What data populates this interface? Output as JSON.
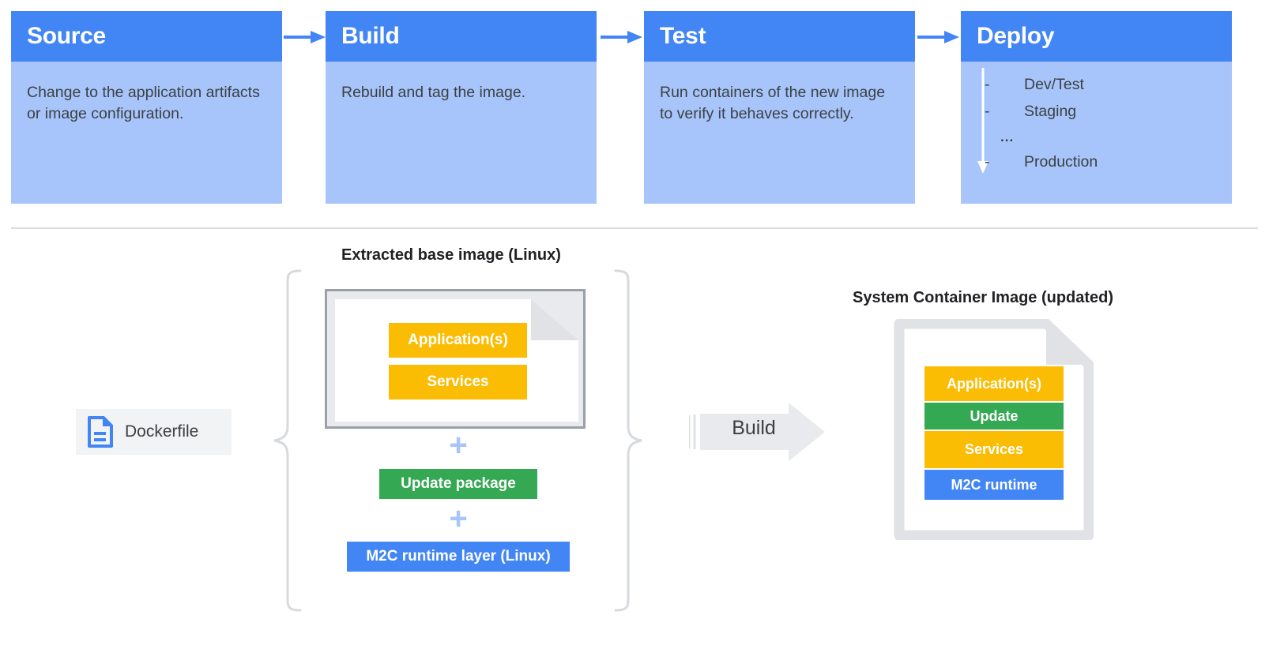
{
  "pipeline": {
    "stages": [
      {
        "title": "Source",
        "description": "Change to the application artifacts or image configuration.",
        "type": "text"
      },
      {
        "title": "Build",
        "description": "Rebuild and tag the image.",
        "type": "text"
      },
      {
        "title": "Test",
        "description": "Run containers of the new image to verify it behaves correctly.",
        "type": "text"
      },
      {
        "title": "Deploy",
        "description": "",
        "type": "list"
      }
    ],
    "deploy_items": [
      {
        "dash": "-",
        "label": "Dev/Test"
      },
      {
        "dash": "-",
        "label": "Staging"
      },
      {
        "dash": "",
        "label": "..."
      },
      {
        "dash": "-",
        "label": "Production"
      }
    ],
    "arrow_icon": "arrow-right-icon"
  },
  "bottom": {
    "left_caption": "Extracted base image (Linux)",
    "right_caption": "System Container Image (updated)",
    "dockerfile": {
      "label": "Dockerfile",
      "icon": "document-icon"
    },
    "build": {
      "label": "Build",
      "icon": "block-arrow-right-icon"
    },
    "base_layers": [
      {
        "label": "Application(s)",
        "color": "#FBBC04"
      },
      {
        "label": "Services",
        "color": "#FBBC04"
      }
    ],
    "add_layers": [
      {
        "label": "Update package",
        "color": "#34A853"
      },
      {
        "label": "M2C runtime layer (Linux)",
        "color": "#4285F4"
      }
    ],
    "plus_symbol": "+",
    "result_layers": [
      {
        "label": "Application(s)",
        "color": "#FBBC04"
      },
      {
        "label": "Update",
        "color": "#34A853"
      },
      {
        "label": "Services",
        "color": "#FBBC04"
      },
      {
        "label": "M2C runtime",
        "color": "#4285F4"
      }
    ]
  },
  "colors": {
    "header_blue": "#4285F4",
    "body_blue": "#A7C5FA",
    "yellow": "#FBBC04",
    "green": "#34A853",
    "blue": "#4285F4",
    "gray_border": "#9AA0A6",
    "gray_fill": "#E8EAED",
    "text_dark": "#3C4043",
    "divider": "#DADCE0"
  }
}
